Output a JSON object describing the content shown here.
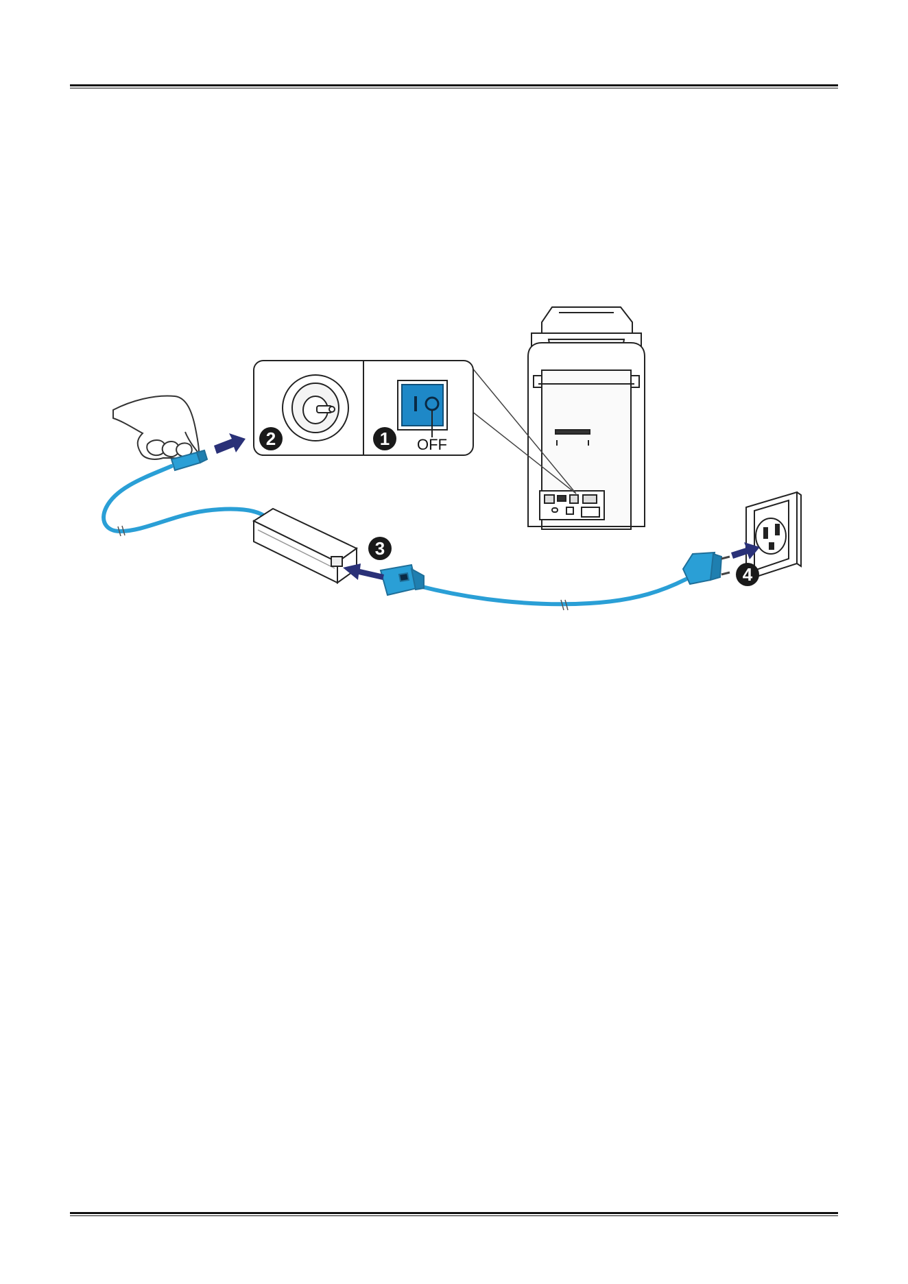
{
  "colors": {
    "cable": "#2a9fd6",
    "cable_dark": "#1f7fb0",
    "switch": "#1e88c7",
    "arrow": "#2a3178",
    "badge": "#1a1a1a",
    "line": "#222222"
  },
  "steps": [
    {
      "number": "1"
    },
    {
      "number": "2"
    },
    {
      "number": "3"
    },
    {
      "number": "4"
    }
  ],
  "switch_label": "OFF",
  "icons": [
    "hand-icon",
    "power-switch-icon",
    "dc-socket-icon",
    "wall-outlet-icon",
    "printer-icon"
  ]
}
